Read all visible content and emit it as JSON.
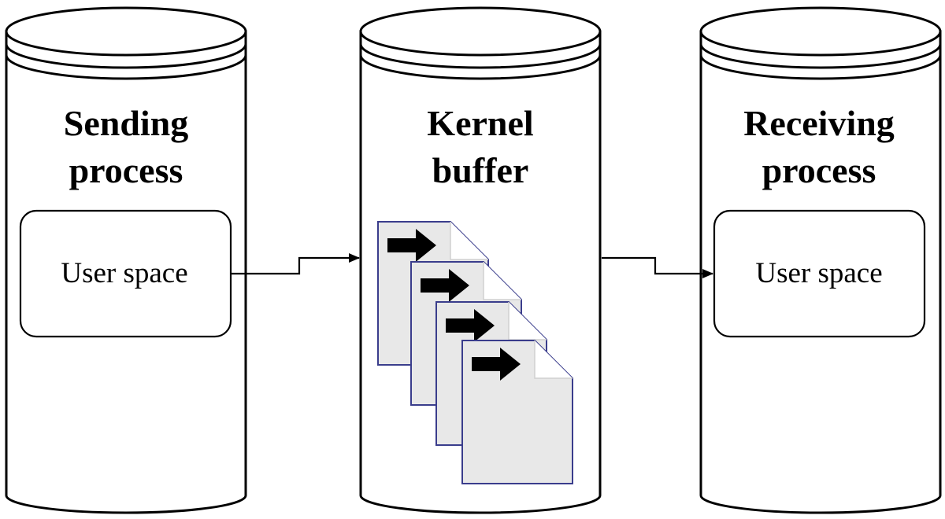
{
  "diagram": {
    "nodes": {
      "sending": {
        "title_line1": "Sending",
        "title_line2": "process",
        "box_label": "User space"
      },
      "kernel": {
        "title_line1": "Kernel",
        "title_line2": "buffer",
        "message_count": 4
      },
      "receiving": {
        "title_line1": "Receiving",
        "title_line2": "process",
        "box_label": "User space"
      }
    },
    "edges": [
      {
        "from": "sending.user_space",
        "to": "kernel.buffer"
      },
      {
        "from": "kernel.buffer",
        "to": "receiving.user_space"
      }
    ],
    "colors": {
      "outline": "#000000",
      "page_fill": "#e8e8e8",
      "page_border": "#3a3d8c",
      "background": "#ffffff"
    },
    "icons": {
      "message_page": "document-arrow-icon",
      "connector": "arrow-right-icon"
    }
  }
}
